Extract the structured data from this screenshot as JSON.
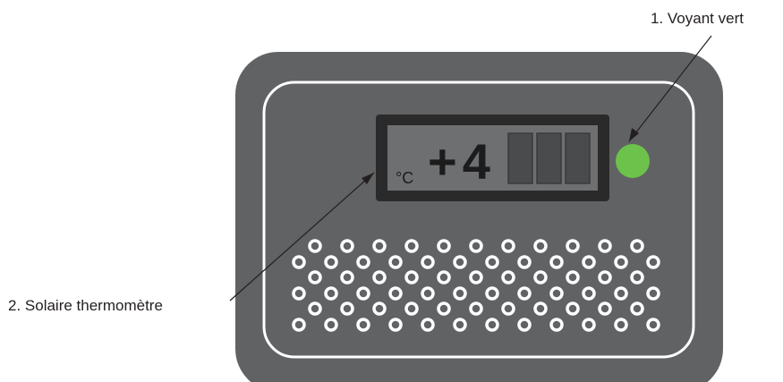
{
  "callouts": {
    "green_led": "1. Voyant vert",
    "thermometer": "2. Solaire thermomètre"
  },
  "display": {
    "unit": "°C",
    "reading": "+4"
  },
  "colors": {
    "panel": "#616264",
    "panel_border": "#ffffff",
    "display_frame": "#2a2a2b",
    "display_screen": "#6e6f71",
    "display_segment": "#4a4b4d",
    "led": "#6cc24a",
    "vent_hole": "#ffffff",
    "text": "#231f20"
  }
}
